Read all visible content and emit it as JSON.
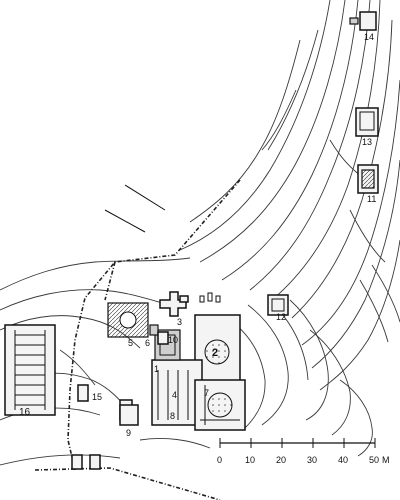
{
  "labels": [
    "1",
    "2",
    "3",
    "4",
    "5",
    "6",
    "7",
    "8",
    "9",
    "10",
    "11",
    "12",
    "13",
    "14",
    "15",
    "16"
  ],
  "scale": {
    "ticks": [
      "0",
      "10",
      "20",
      "30",
      "40",
      "50"
    ],
    "unit": "M"
  }
}
